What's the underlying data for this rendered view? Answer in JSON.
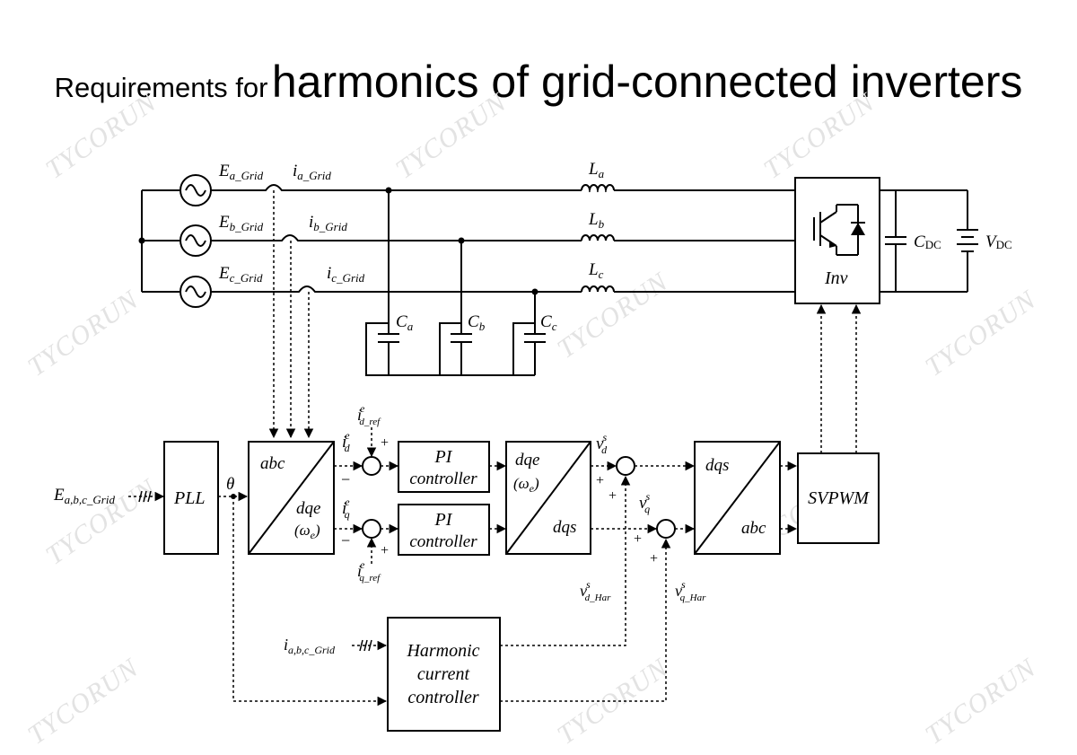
{
  "title": {
    "prefix": "Requirements for",
    "main": "harmonics of grid-connected inverters"
  },
  "watermark": "TYCORUN",
  "labels": {
    "ea_grid": "E",
    "ea_sub": "a_Grid",
    "eb_grid": "E",
    "eb_sub": "b_Grid",
    "ec_grid": "E",
    "ec_sub": "c_Grid",
    "ia_grid": "i",
    "ia_sub": "a_Grid",
    "ib_grid": "i",
    "ib_sub": "b_Grid",
    "ic_grid": "i",
    "ic_sub": "c_Grid",
    "la": "L",
    "la_sub": "a",
    "lb": "L",
    "lb_sub": "b",
    "lc": "L",
    "lc_sub": "c",
    "ca": "C",
    "ca_sub": "a",
    "cb": "C",
    "cb_sub": "b",
    "cc": "C",
    "cc_sub": "c",
    "cdc": "C",
    "cdc_sub": "DC",
    "vdc": "V",
    "vdc_sub": "DC",
    "inv": "Inv",
    "e_abc": "E",
    "e_abc_sub": "a,b,c_Grid",
    "pll": "PLL",
    "theta": "θ",
    "abc": "abc",
    "dqe": "dqe",
    "omega_e": "(ω",
    "omega_e_sub": "e",
    "omega_close": ")",
    "id": "i",
    "id_sup": "e",
    "id_sub": "d",
    "iq": "i",
    "iq_sup": "e",
    "iq_sub": "q",
    "id_ref": "i",
    "id_ref_sup": "e",
    "id_ref_sub": "d_ref",
    "iq_ref": "i",
    "iq_ref_sup": "e",
    "iq_ref_sub": "q_ref",
    "plus": "+",
    "minus": "−",
    "pi1_line1": "PI",
    "pi1_line2": "controller",
    "pi2_line1": "PI",
    "pi2_line2": "controller",
    "dqs": "dqs",
    "vd": "v",
    "vd_sup": "s",
    "vd_sub": "d",
    "vq": "v",
    "vq_sup": "s",
    "vq_sub": "q",
    "vd_har": "v",
    "vd_har_sup": "s",
    "vd_har_sub": "d_Har",
    "vq_har": "v",
    "vq_har_sup": "s",
    "vq_har_sub": "q_Har",
    "svpwm": "SVPWM",
    "i_abc": "i",
    "i_abc_sub": "a,b,c_Grid",
    "harm1": "Harmonic",
    "harm2": "current",
    "harm3": "controller"
  }
}
